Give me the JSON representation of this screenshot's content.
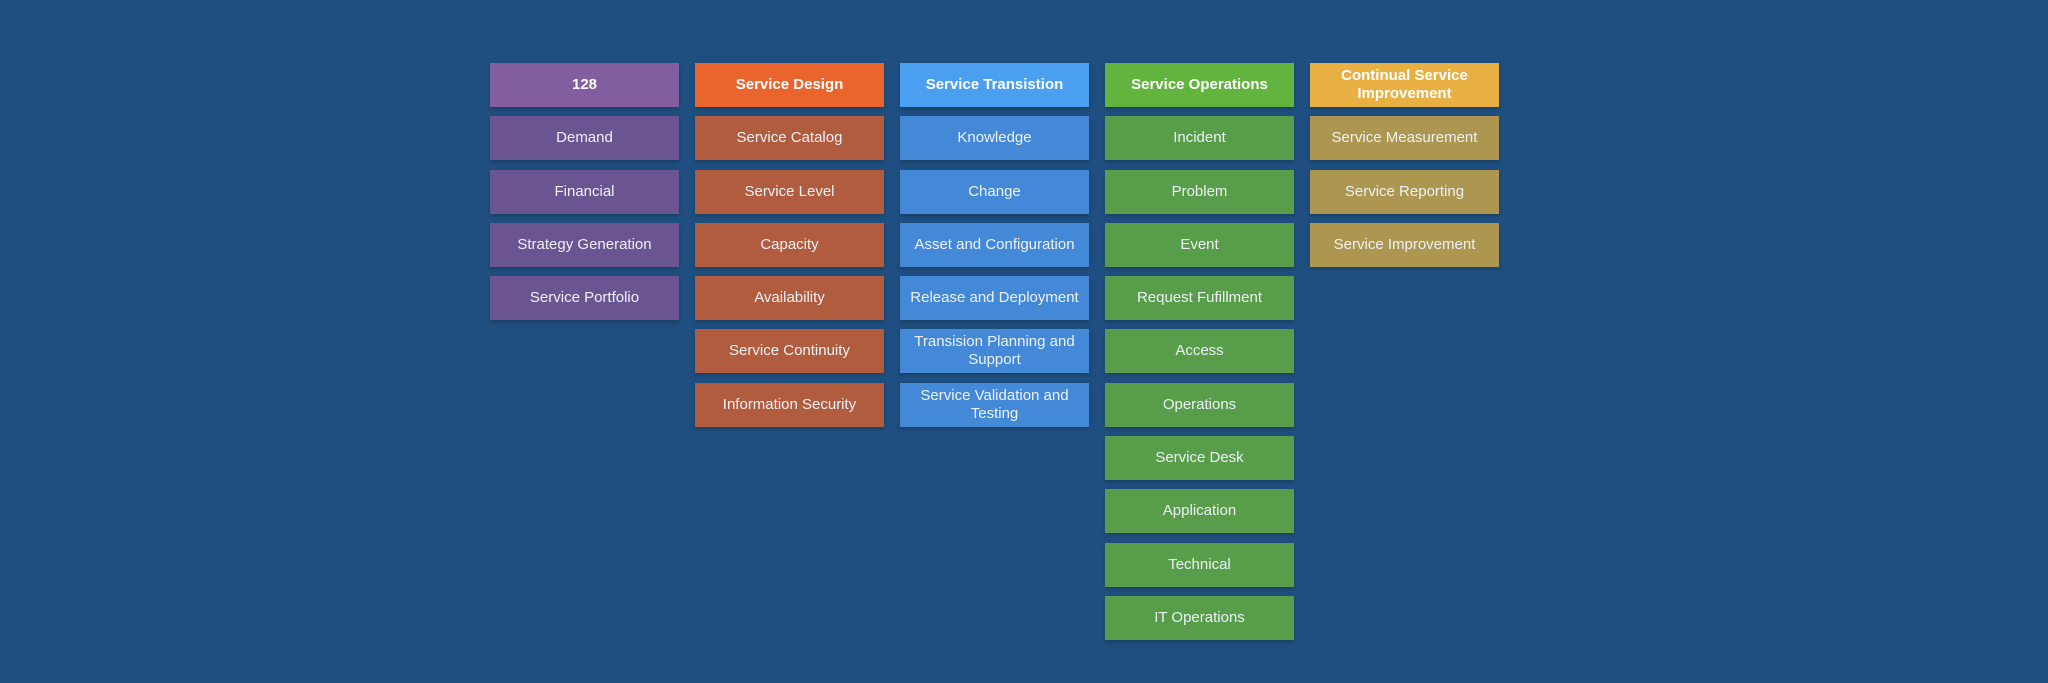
{
  "columns": [
    {
      "key": "strategy",
      "header": "128",
      "header_color": "#825ea1",
      "item_color": "#6a5592",
      "items": [
        "Demand",
        "Financial",
        "Strategy Generation",
        "Service Portfolio"
      ]
    },
    {
      "key": "design",
      "header": "Service Design",
      "header_color": "#ea652e",
      "item_color": "#b15b3f",
      "items": [
        "Service Catalog",
        "Service Level",
        "Capacity",
        "Availability",
        "Service Continuity",
        "Information Security"
      ]
    },
    {
      "key": "transition",
      "header": "Service Transistion",
      "header_color": "#4a9ff0",
      "item_color": "#4389d8",
      "items": [
        "Knowledge",
        "Change",
        "Asset and Configuration",
        "Release and Deployment",
        "Transision Planning and Support",
        "Service Validation and Testing"
      ]
    },
    {
      "key": "operations",
      "header": "Service Operations",
      "header_color": "#62b43e",
      "item_color": "#579d4a",
      "items": [
        "Incident",
        "Problem",
        "Event",
        "Request Fufillment",
        "Access",
        "Operations",
        "Service Desk",
        "Application",
        "Technical",
        "IT Operations"
      ]
    },
    {
      "key": "csi",
      "header": "Continual Service Improvement",
      "header_color": "#e8b043",
      "item_color": "#ad9650",
      "items": [
        "Service Measurement",
        "Service Reporting",
        "Service Improvement"
      ]
    }
  ]
}
